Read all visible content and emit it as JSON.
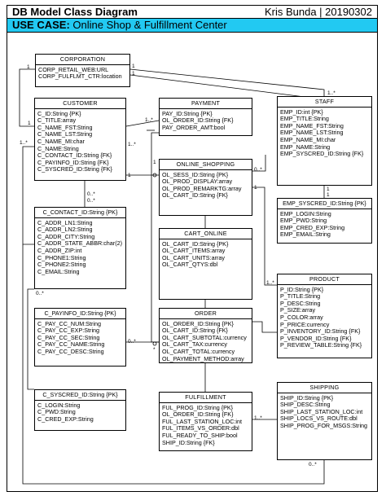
{
  "header": {
    "title": "DB Model Class Diagram",
    "author": "Kris Bunda | 20190302",
    "usecase_label": "USE CASE:",
    "usecase_text": "Online Shop & Fulfillment Center",
    "usecase_color": "#22c9f2"
  },
  "entities": {
    "corporation": {
      "name": "CORPORATION",
      "attrs": [
        "CORP_RETAIL_WEB:URL",
        "CORP_FULFLMT_CTR:location"
      ]
    },
    "customer": {
      "name": "CUSTOMER",
      "attrs": [
        "C_ID:String {PK}",
        "C_TITLE:array",
        "C_NAME_FST:String",
        "C_NAME_LST:String",
        "C_NAME_MI:char",
        "C_NAME:String",
        "C_CONTACT_ID:String {FK}",
        "C_PAYINFO_ID:String {FK}",
        "C_SYSCRED_ID:String {FK}"
      ]
    },
    "payment": {
      "name": "PAYMENT",
      "attrs": [
        "PAY_ID:String {PK}",
        "OL_ORDER_ID:String {FK}",
        "PAY_ORDER_AMT:bool"
      ]
    },
    "staff": {
      "name": "STAFF",
      "attrs": [
        "EMP_ID:int {PK}",
        "EMP_TITLE:String",
        "EMP_NAME_FST:String",
        "EMP_NAME_LST:String",
        "EMP_NAME_MI:char",
        "EMP_NAME:String",
        "EMP_SYSCRED_ID:String {FK}"
      ]
    },
    "online_shopping": {
      "name": "ONLINE_SHOPPING",
      "attrs": [
        "OL_SESS_ID:String {PK}",
        "OL_PROD_DISPLAY:array",
        "OL_PROD_REMARKTG:array",
        "OL_CART_ID:String {FK}"
      ]
    },
    "emp_syscred": {
      "name": "",
      "attrs": [
        "EMP_SYSCRED_ID:String {PK}",
        "EMP_LOGIN:String",
        "EMP_PWD:String",
        "EMP_CRED_EXP:String",
        "EMP_EMAIL:String"
      ]
    },
    "c_contact": {
      "name": "",
      "attrs": [
        "C_CONTACT_ID:String {PK}",
        "C_ADDR_LN1:String",
        "C_ADDR_LN2:String",
        "C_ADDR_CITY:String",
        "C_ADDR_STATE_ABBR:char(2)",
        "C_ADDR_ZIP:int",
        "C_PHONE1:String",
        "C_PHONE2:String",
        "C_EMAIL:String"
      ]
    },
    "cart_online": {
      "name": "CART_ONLINE",
      "attrs": [
        "OL_CART_ID:String {PK}",
        "OL_CART_ITEMS:array",
        "OL_CART_UNITS:array",
        "OL_CART_QTYS:dbl"
      ]
    },
    "product": {
      "name": "PRODUCT",
      "attrs": [
        "P_ID:String {PK}",
        "P_TITLE:String",
        "P_DESC:String",
        "P_SIZE:array",
        "P_COLOR:array",
        "P_PRICE:currency",
        "P_INVENTORY_ID:String {FK}",
        "P_VENDOR_ID:String {FK}",
        "P_REVIEW_TABLE:String {FK}"
      ]
    },
    "c_payinfo": {
      "name": "",
      "attrs": [
        "C_PAYINFO_ID:String {PK}",
        "C_PAY_CC_NUM:String",
        "C_PAY_CC_EXP:String",
        "C_PAY_CC_SEC:String",
        "C_PAY_CC_NAME:String",
        "C_PAY_CC_DESC:String"
      ]
    },
    "order": {
      "name": "ORDER",
      "attrs": [
        "OL_ORDER_ID:String {PK}",
        "OL_CART_ID:String {FK}",
        "OL_CART_SUBTOTAL:currency",
        "OL_CART_TAX:currency",
        "OL_CART_TOTAL:currency",
        "OL_PAYMENT_METHOD:array"
      ]
    },
    "c_syscred": {
      "name": "",
      "attrs": [
        "C_SYSCRED_ID:String {PK}",
        "C_LOGIN:String",
        "C_PWD:String",
        "C_CRED_EXP:String"
      ]
    },
    "fulfillment": {
      "name": "FULFILLMENT",
      "attrs": [
        "FUL_PROG_ID:String {PK}",
        "OL_ORDER_ID:String {FK}",
        "FUL_LAST_STATION_LOC:int",
        "FUL_ITEMS_VS_ORDER:dbl",
        "FUL_READY_TO_SHIP:bool",
        "SHIP_ID:String {FK}"
      ]
    },
    "shipping": {
      "name": "SHIPPING",
      "attrs": [
        "SHIP_ID:String {PK}",
        "SHIP_DESC:String",
        "SHIP_LAST_STATION_LOC:int",
        "SHIP_LOCS_VS_ROUTE:dbl",
        "SHIP_PROG_FOR_MSGS:String"
      ]
    }
  },
  "cardinalities": {
    "corp_cust": "1",
    "corp_cust_far": "1",
    "corp_staff_a": "1",
    "corp_staff_b": "1",
    "corp_staff_far": "1..*",
    "cust_pay": "1..*",
    "cust_pay2": "1..*",
    "cust_left": "1..*",
    "cust_contact": "0..*",
    "cust_contact2": "0..*",
    "cust_online": "1",
    "cust_online2": "1",
    "staff_online": "0..*",
    "staff_cred_a": "1",
    "staff_cred_b": "1",
    "online_prod": "1..*",
    "prod_order": "1",
    "contact_bot": "0..*",
    "payinfo_order": "0..*",
    "order_star": "*",
    "ful_ship": "1..*",
    "ship_bot": "0..*"
  }
}
